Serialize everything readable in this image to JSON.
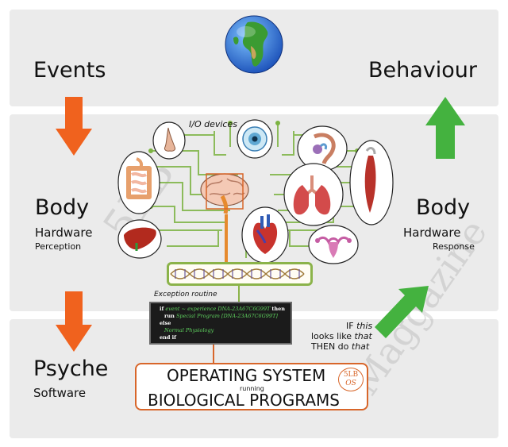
{
  "events": "Events",
  "behaviour": "Behaviour",
  "body_left": {
    "title": "Body",
    "sub": "Hardware",
    "detail": "Perception"
  },
  "body_right": {
    "title": "Body",
    "sub": "Hardware",
    "detail": "Response"
  },
  "psyche": {
    "title": "Psyche",
    "sub": "Software"
  },
  "io_devices": "I/O devices",
  "exception_routine": "Exception routine",
  "code": {
    "line1_kw": "if",
    "line1_text": "event ~ experience DNA-23A67C6G99T",
    "line1_then": "then",
    "line2_kw": "run",
    "line2_text": "Special Program [DNA-23A67C6G99T]",
    "line3_kw": "else",
    "line4_text": "Normal Physiology",
    "line5_kw": "end if"
  },
  "rule": {
    "line1_a": "IF",
    "line1_b": "this",
    "line2_a": "looks like",
    "line2_b": "that",
    "line3_a": "THEN do",
    "line3_b": "that"
  },
  "os_box": {
    "line1": "OPERATING SYSTEM",
    "line2": "running",
    "line3": "BIOLOGICAL PROGRAMS"
  },
  "logo": {
    "top": "5LB",
    "bottom": "OS"
  },
  "colors": {
    "down_arrow": "#f0621e",
    "up_arrow": "#44b23f",
    "panel": "#ebebeb",
    "circuit": "#7cb342",
    "os_border": "#d8662a"
  }
}
